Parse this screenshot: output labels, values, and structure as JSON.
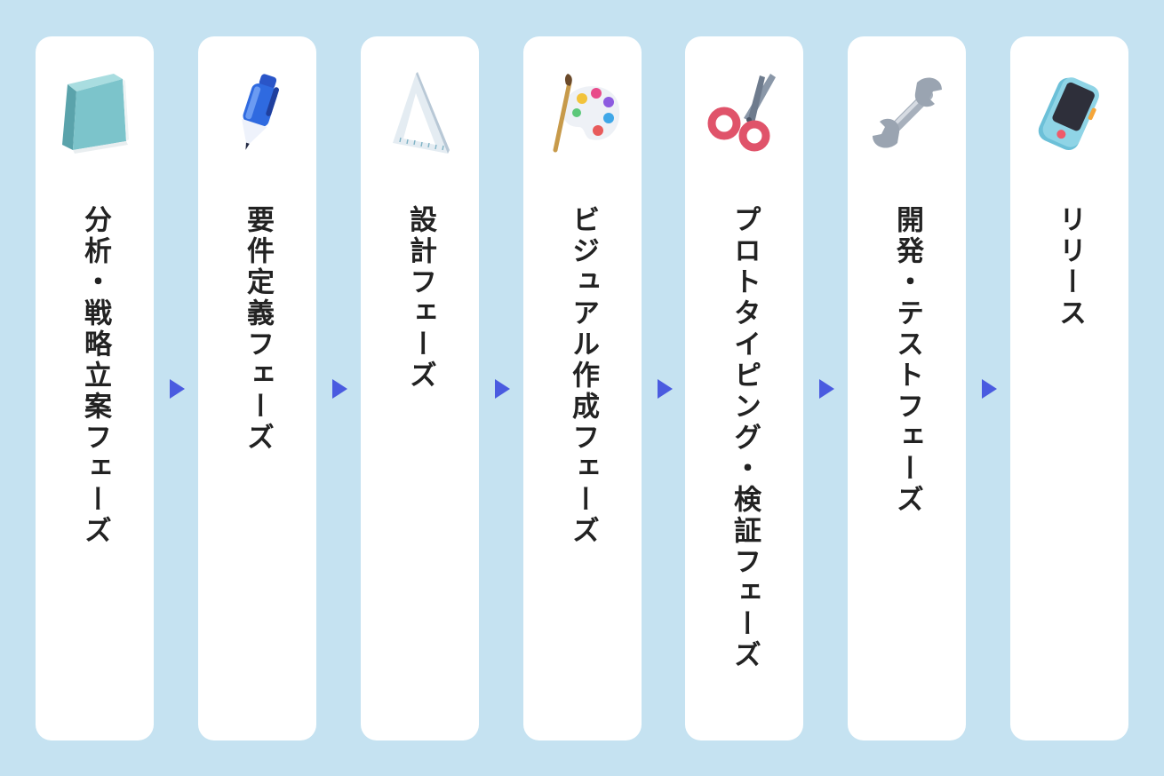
{
  "colors": {
    "background": "#c5e2f1",
    "card": "#ffffff",
    "arrow": "#4a5be0",
    "text": "#222222"
  },
  "phases": [
    {
      "label": "分析・戦略立案フェーズ",
      "icon": "book-icon"
    },
    {
      "label": "要件定義フェーズ",
      "icon": "pen-icon"
    },
    {
      "label": "設計フェーズ",
      "icon": "triangle-ruler-icon"
    },
    {
      "label": "ビジュアル作成フェーズ",
      "icon": "paint-palette-icon"
    },
    {
      "label": "プロトタイピング・検証フェーズ",
      "icon": "scissors-icon"
    },
    {
      "label": "開発・テストフェーズ",
      "icon": "wrench-icon"
    },
    {
      "label": "リリース",
      "icon": "smartphone-icon"
    }
  ]
}
